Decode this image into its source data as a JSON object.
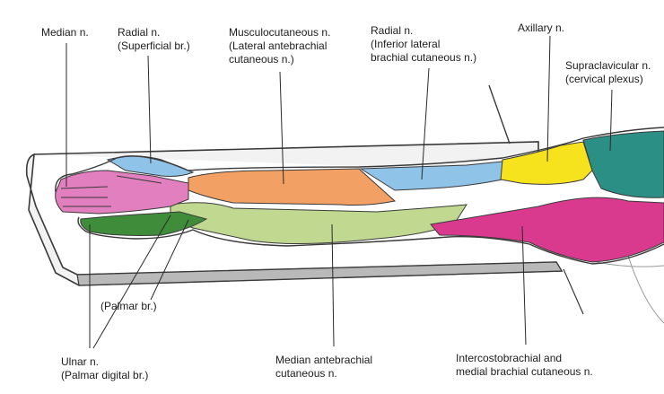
{
  "colors": {
    "median": "#e27fbf",
    "radial_superficial": "#8fc3e8",
    "musculocutaneous": "#f2a063",
    "radial_inferior_lateral": "#8fc3e8",
    "axillary": "#f6e21d",
    "supraclavicular": "#2c8f86",
    "ulnar": "#3f8d3a",
    "median_antebrachial": "#c0d890",
    "intercostobrachial": "#d93a8e",
    "outline": "#3a3a3a"
  },
  "labels": {
    "median_n": "Median n.",
    "radial_superficial": "Radial n.\n(Superficial br.)",
    "musculocutaneous": "Musculocutaneous n.\n(Lateral antebrachial\ncutaneous n.)",
    "radial_inferior_lateral": "Radial n.\n(Inferior lateral\nbrachial cutaneous n.)",
    "axillary": "Axillary n.",
    "supraclavicular": "Supraclavicular n.\n(cervical plexus)",
    "palmar_br": "(Palmar br.)",
    "ulnar": "Ulnar n.\n(Palmar digital br.)",
    "median_antebrachial": "Median antebrachial\ncutaneous n.",
    "intercostobrachial": "Intercostobrachial and\nmedial brachial cutaneous n."
  }
}
